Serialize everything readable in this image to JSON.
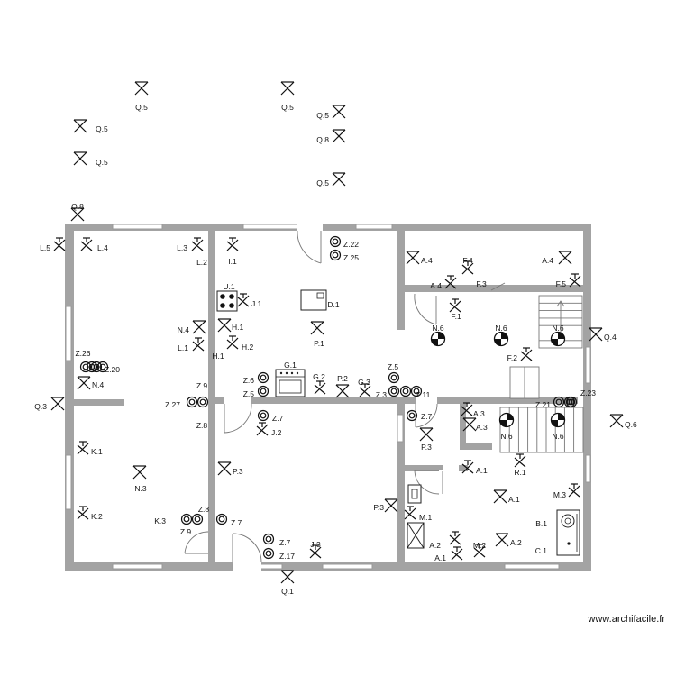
{
  "watermark": "www.archifacile.fr",
  "symbols": [
    {
      "label": "Q.5",
      "kind": "cross"
    },
    {
      "label": "Q.5",
      "kind": "cross"
    },
    {
      "label": "Q.5",
      "kind": "cross"
    },
    {
      "label": "Q.5",
      "kind": "cross"
    },
    {
      "label": "Q.8",
      "kind": "cross"
    },
    {
      "label": "Q.5",
      "kind": "cross"
    },
    {
      "label": "Q.5",
      "kind": "cross"
    },
    {
      "label": "Q.8",
      "kind": "cross"
    },
    {
      "label": "L.5",
      "kind": "switch"
    },
    {
      "label": "L.4",
      "kind": "switch"
    },
    {
      "label": "L.3",
      "kind": "switch"
    },
    {
      "label": "L.2",
      "kind": "text"
    },
    {
      "label": "I.1",
      "kind": "switch"
    },
    {
      "label": "Z.22",
      "kind": "socket"
    },
    {
      "label": "Z.25",
      "kind": "socket"
    },
    {
      "label": "A.4",
      "kind": "cross"
    },
    {
      "label": "F.4",
      "kind": "switch"
    },
    {
      "label": "A.4",
      "kind": "cross"
    },
    {
      "label": "A.4",
      "kind": "switch"
    },
    {
      "label": "F.3",
      "kind": "text"
    },
    {
      "label": "F.5",
      "kind": "switch"
    },
    {
      "label": "U.1",
      "kind": "text"
    },
    {
      "label": "J.1",
      "kind": "switch"
    },
    {
      "label": "D.1",
      "kind": "text"
    },
    {
      "label": "F.1",
      "kind": "switch"
    },
    {
      "label": "N.4",
      "kind": "cross"
    },
    {
      "label": "H.1",
      "kind": "cross"
    },
    {
      "label": "N.6",
      "kind": "light"
    },
    {
      "label": "N.6",
      "kind": "light"
    },
    {
      "label": "N.6",
      "kind": "light"
    },
    {
      "label": "P.1",
      "kind": "cross"
    },
    {
      "label": "Q.4",
      "kind": "cross"
    },
    {
      "label": "L.1",
      "kind": "switch"
    },
    {
      "label": "H.2",
      "kind": "switch"
    },
    {
      "label": "H.1",
      "kind": "text"
    },
    {
      "label": "F.2",
      "kind": "switch"
    },
    {
      "label": "Z.26",
      "kind": "socket"
    },
    {
      "label": "Z.20",
      "kind": "socket"
    },
    {
      "label": "N.4",
      "kind": "cross"
    },
    {
      "label": "G.1",
      "kind": "text"
    },
    {
      "label": "Z.6",
      "kind": "socket"
    },
    {
      "label": "Z.5",
      "kind": "socket"
    },
    {
      "label": "G.2",
      "kind": "switch"
    },
    {
      "label": "P.2",
      "kind": "cross"
    },
    {
      "label": "G.3",
      "kind": "switch"
    },
    {
      "label": "Z.5",
      "kind": "socket"
    },
    {
      "label": "Z.3",
      "kind": "socket"
    },
    {
      "label": "Z.11",
      "kind": "socket"
    },
    {
      "label": "Z.9",
      "kind": "text"
    },
    {
      "label": "Z.27",
      "kind": "socket"
    },
    {
      "label": "Z.8",
      "kind": "text"
    },
    {
      "label": "Q.3",
      "kind": "cross"
    },
    {
      "label": "Z.7",
      "kind": "socket"
    },
    {
      "label": "J.2",
      "kind": "switch"
    },
    {
      "label": "Z.7",
      "kind": "socket"
    },
    {
      "label": "A.3",
      "kind": "switch"
    },
    {
      "label": "A.3",
      "kind": "cross"
    },
    {
      "label": "Z.21",
      "kind": "socket"
    },
    {
      "label": "Z.23",
      "kind": "socket"
    },
    {
      "label": "N.6",
      "kind": "light"
    },
    {
      "label": "N.6",
      "kind": "light"
    },
    {
      "label": "Q.6",
      "kind": "cross"
    },
    {
      "label": "P.3",
      "kind": "cross"
    },
    {
      "label": "K.1",
      "kind": "switch"
    },
    {
      "label": "R.1",
      "kind": "switch"
    },
    {
      "label": "N.3",
      "kind": "cross"
    },
    {
      "label": "P.3",
      "kind": "cross"
    },
    {
      "label": "A.1",
      "kind": "switch"
    },
    {
      "label": "A.1",
      "kind": "cross"
    },
    {
      "label": "M.3",
      "kind": "switch"
    },
    {
      "label": "P.3",
      "kind": "cross"
    },
    {
      "label": "K.2",
      "kind": "switch"
    },
    {
      "label": "M.1",
      "kind": "switch"
    },
    {
      "label": "Z.8",
      "kind": "text"
    },
    {
      "label": "K.3",
      "kind": "socket"
    },
    {
      "label": "Z.9",
      "kind": "text"
    },
    {
      "label": "Z.7",
      "kind": "socket"
    },
    {
      "label": "B.1",
      "kind": "text"
    },
    {
      "label": "A.2",
      "kind": "switch"
    },
    {
      "label": "M.2",
      "kind": "switch"
    },
    {
      "label": "A.2",
      "kind": "cross"
    },
    {
      "label": "C.1",
      "kind": "text"
    },
    {
      "label": "Z.7",
      "kind": "socket"
    },
    {
      "label": "J.3",
      "kind": "switch"
    },
    {
      "label": "Z.17",
      "kind": "socket"
    },
    {
      "label": "A.1",
      "kind": "switch"
    },
    {
      "label": "Q.1",
      "kind": "cross"
    }
  ]
}
